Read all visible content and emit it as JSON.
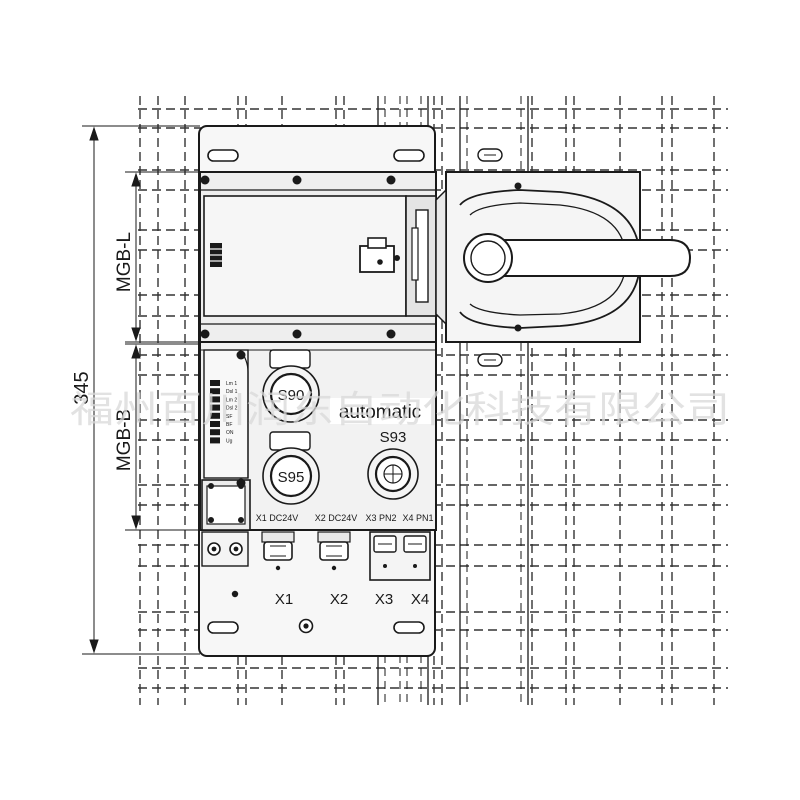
{
  "dimensions": {
    "total": "345",
    "upper": "MGB-L",
    "lower": "MGB-B"
  },
  "modules": {
    "button_top": "S90",
    "button_bottom": "S95",
    "estop": "S93",
    "automatic_label": "automatic"
  },
  "led_labels": [
    "Lm 1",
    "Dsl 1",
    "Lm 2",
    "Dsl 2",
    "SF",
    "BF",
    "ON",
    "Ug"
  ],
  "connectors": {
    "x1_spec": "X1 DC24V",
    "x2_spec": "X2 DC24V",
    "x3_spec": "X3 PN2",
    "x4_spec": "X4 PN1",
    "x1": "X1",
    "x2": "X2",
    "x3": "X3",
    "x4": "X4"
  },
  "watermark": "福州百川润东自动化科技有限公司",
  "colors": {
    "line": "#1a1a1a",
    "dash": "#333333",
    "fill_light": "#f4f4f4",
    "fill_mid": "#e6e6e6",
    "watermark": "#d9d9d9"
  }
}
